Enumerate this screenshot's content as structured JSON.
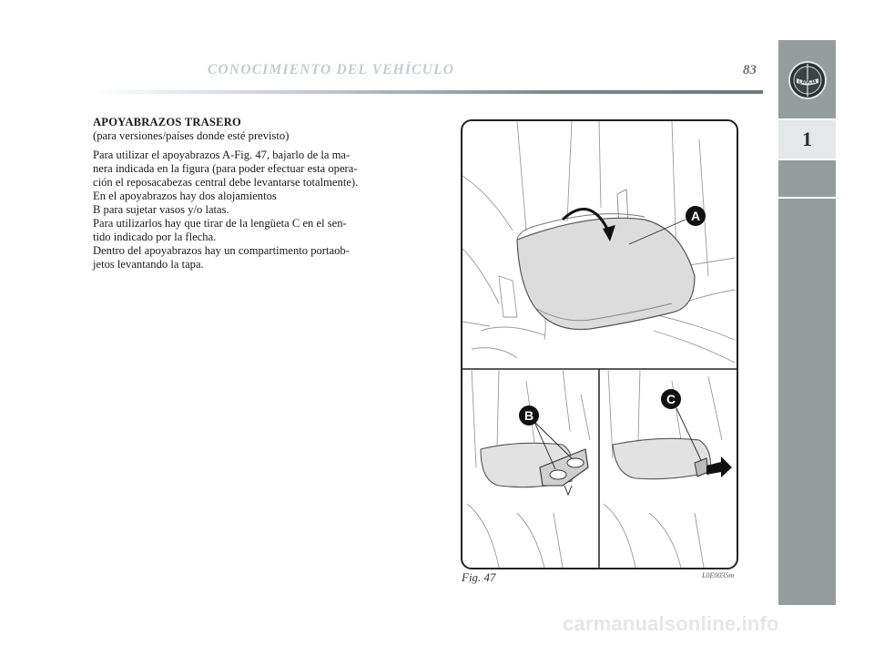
{
  "header": {
    "title": "CONOCIMIENTO DEL VEHÍCULO",
    "page_number": "83"
  },
  "sidebar": {
    "logo_text": "LANCIA",
    "chapter_number": "1"
  },
  "section": {
    "title": "APOYABRAZOS TRASERO",
    "subtitle": "(para versiones/países donde esté previsto)",
    "lines_block1": [
      "Para utilizar el apoyabrazos A-Fig. 47, bajarlo de la ma-",
      "nera indicada en la figura (para poder efectuar esta opera-",
      "ción el reposacabezas central debe levantarse totalmente).",
      "En el apoyabrazos hay dos alojamientos",
      "B para sujetar vasos y/o latas.",
      "Para utilizarlos hay que tirar de la lengüeta C en el sen-",
      "tido indicado por la flecha.",
      "Dentro del apoyabrazos hay un compartimento portaob-",
      "jetos levantando la tapa."
    ]
  },
  "figure": {
    "label_a": "A",
    "label_b": "B",
    "label_c": "C",
    "caption": "Fig. 47",
    "code": "L0E0035m"
  },
  "watermark": "carmanualsonline.info"
}
